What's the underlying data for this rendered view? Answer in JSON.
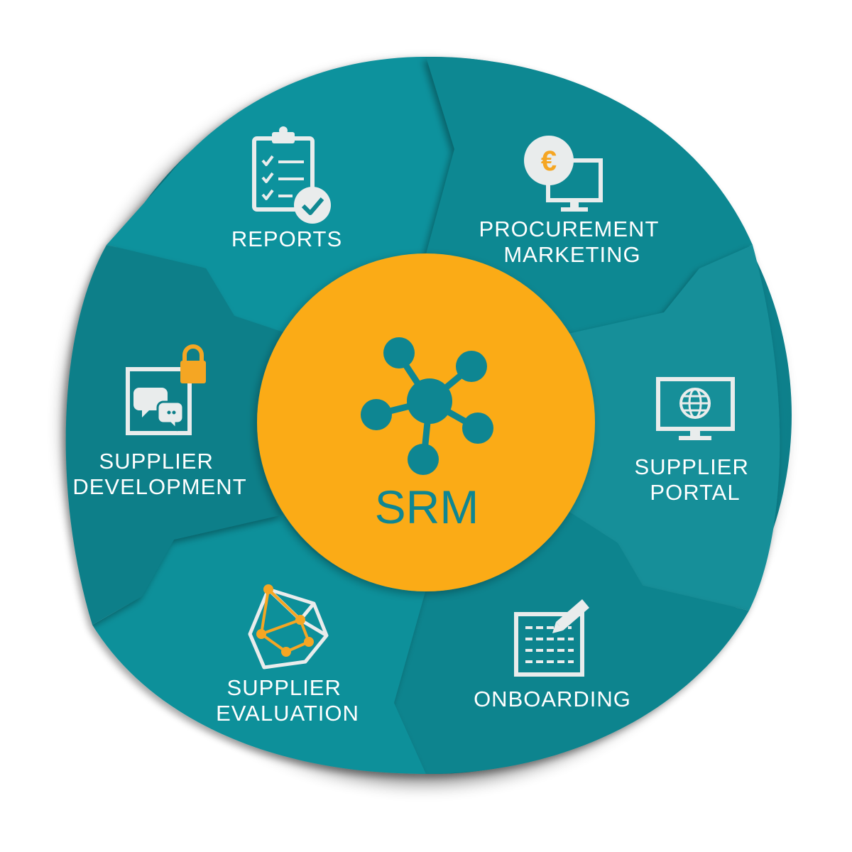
{
  "colors": {
    "teal_a": "#108a95",
    "teal_b": "#0c7f8a",
    "teal_dark": "#0a6f79",
    "hub": "#fbab18",
    "hub_text": "#0e8692",
    "icon": "#e9ecec",
    "accent": "#f5a623"
  },
  "center": {
    "label": "SRM",
    "icon": "network-hub-icon"
  },
  "segments": [
    {
      "id": "reports",
      "lines": [
        "REPORTS"
      ],
      "icon": "clipboard-check-icon"
    },
    {
      "id": "procurement-marketing",
      "lines": [
        "PROCUREMENT",
        "MARKETING"
      ],
      "icon": "euro-monitor-icon",
      "icon_glyph": "€"
    },
    {
      "id": "supplier-portal",
      "lines": [
        "SUPPLIER",
        "PORTAL"
      ],
      "icon": "globe-monitor-icon"
    },
    {
      "id": "onboarding",
      "lines": [
        "ONBOARDING"
      ],
      "icon": "form-pen-icon"
    },
    {
      "id": "supplier-evaluation",
      "lines": [
        "SUPPLIER",
        "EVALUATION"
      ],
      "icon": "polyhedron-network-icon"
    },
    {
      "id": "supplier-development",
      "lines": [
        "SUPPLIER",
        "DEVELOPMENT"
      ],
      "icon": "locked-chat-frame-icon"
    }
  ]
}
